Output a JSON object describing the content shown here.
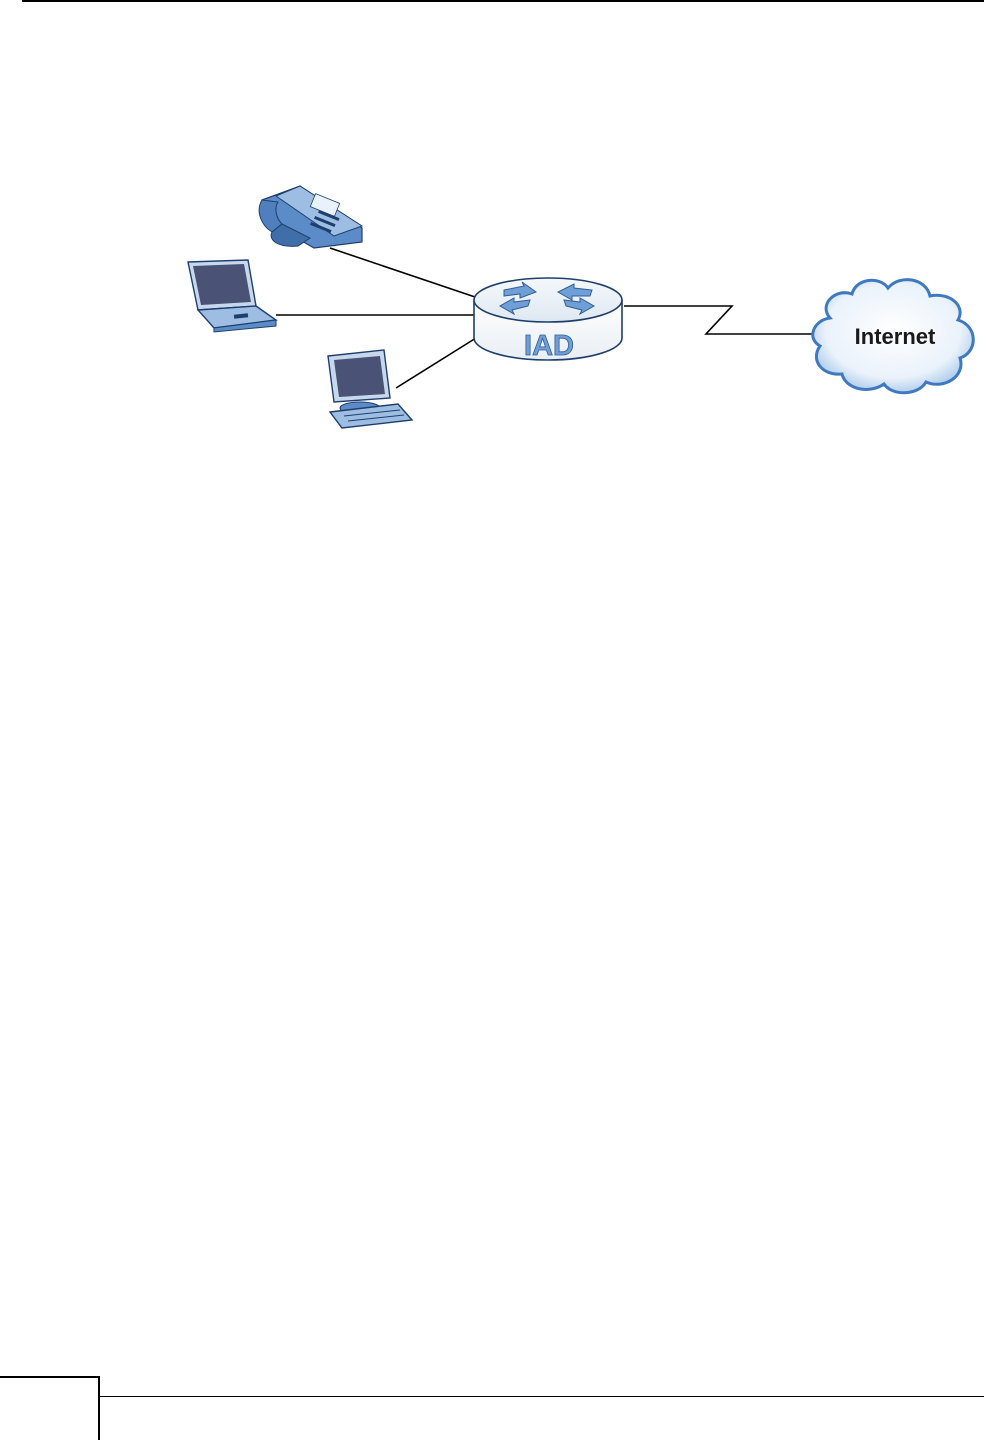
{
  "diagram": {
    "router_label": "IAD",
    "cloud_label": "Internet",
    "devices": [
      {
        "name": "phone",
        "icon": "ip-phone-icon"
      },
      {
        "name": "laptop",
        "icon": "laptop-icon"
      },
      {
        "name": "desktop",
        "icon": "desktop-computer-icon"
      }
    ],
    "colors": {
      "device_blue": "#5b8cc8",
      "device_light": "#b9cfe9",
      "screen": "#4a5275",
      "cloud_edge": "#3f79bf"
    }
  },
  "footer": {
    "page_number": ""
  }
}
